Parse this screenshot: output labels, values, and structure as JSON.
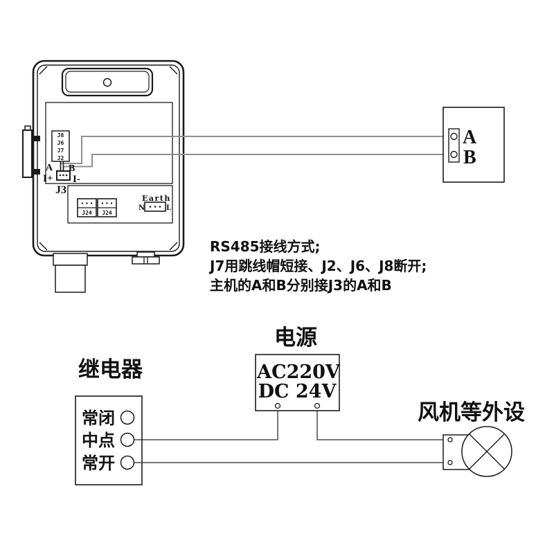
{
  "device": {
    "jumpers": [
      "J8",
      "J6",
      "J7",
      "J2"
    ],
    "j3": {
      "name": "J3",
      "a": "A",
      "b": "B",
      "iplus": "I+",
      "iminus": "I-"
    },
    "j24_left": "J24",
    "j24_right": "J24",
    "earth": {
      "label": "Earth",
      "n": "N",
      "l": "L"
    }
  },
  "host": {
    "a": "A",
    "b": "B"
  },
  "notes": [
    "RS485接线方式;",
    "J7用跳线帽短接、J2、J6、J8断开;",
    "主机的A和B分别接J3的A和B"
  ],
  "relay": {
    "title": "继电器",
    "rows": [
      "常闭",
      "中点",
      "常开"
    ]
  },
  "power": {
    "title": "电源",
    "spec1": "AC220V",
    "spec2": "DC 24V"
  },
  "fan": {
    "title": "风机等外设"
  },
  "colors": {
    "ink": "#1a1a1a",
    "wire_gray": "#8f8f8f",
    "wire_dark": "#4a4a4a"
  }
}
